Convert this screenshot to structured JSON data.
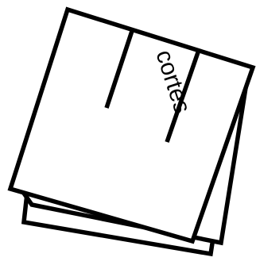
{
  "diagram": {
    "cut_label": "cortes",
    "stroke_color": "#000000",
    "fill_color": "#ffffff",
    "sheet_count": 3,
    "cut_line_count": 2
  }
}
